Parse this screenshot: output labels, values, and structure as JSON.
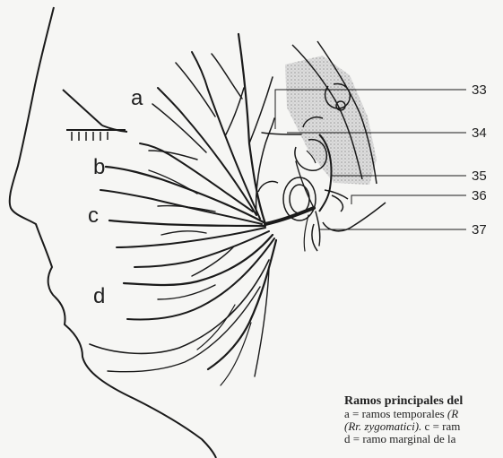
{
  "labels": {
    "branches": {
      "a": "a",
      "b": "b",
      "c": "c",
      "d": "d"
    },
    "numbers": {
      "n33": "33",
      "n34": "34",
      "n35": "35",
      "n36": "36",
      "n37": "37"
    }
  },
  "caption": {
    "title": "Ramos principales del",
    "line1_a": "a = ramos temporales ",
    "line1_b": "(R",
    "line2_a": "(Rr. zygomatici).",
    "line2_b": " c = ram",
    "line3": "d = ramo marginal de la"
  },
  "colors": {
    "ink": "#1a1a1a",
    "background": "#f6f6f4",
    "stipple": "#c9c9c9"
  }
}
